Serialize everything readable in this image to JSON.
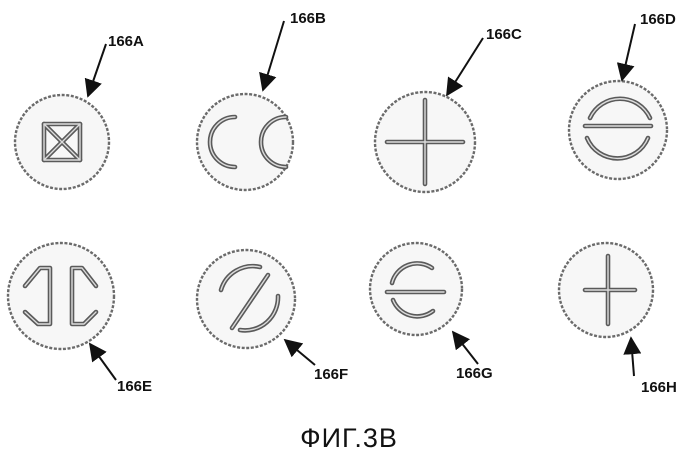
{
  "figure": {
    "caption": "ФИГ.3B",
    "items": [
      {
        "ref": "166A",
        "mark": "boxed-x"
      },
      {
        "ref": "166B",
        "mark": "double-c"
      },
      {
        "ref": "166C",
        "mark": "plus"
      },
      {
        "ref": "166D",
        "mark": "theta-split"
      },
      {
        "ref": "166E",
        "mark": "bracket-i"
      },
      {
        "ref": "166F",
        "mark": "slash-split"
      },
      {
        "ref": "166G",
        "mark": "theta-split-small"
      },
      {
        "ref": "166H",
        "mark": "plus-small"
      }
    ]
  },
  "colors": {
    "ink": "#111111",
    "outline": "#6b6b6b",
    "engraving": "#5a5a5a",
    "fill": "#f7f7f7"
  }
}
